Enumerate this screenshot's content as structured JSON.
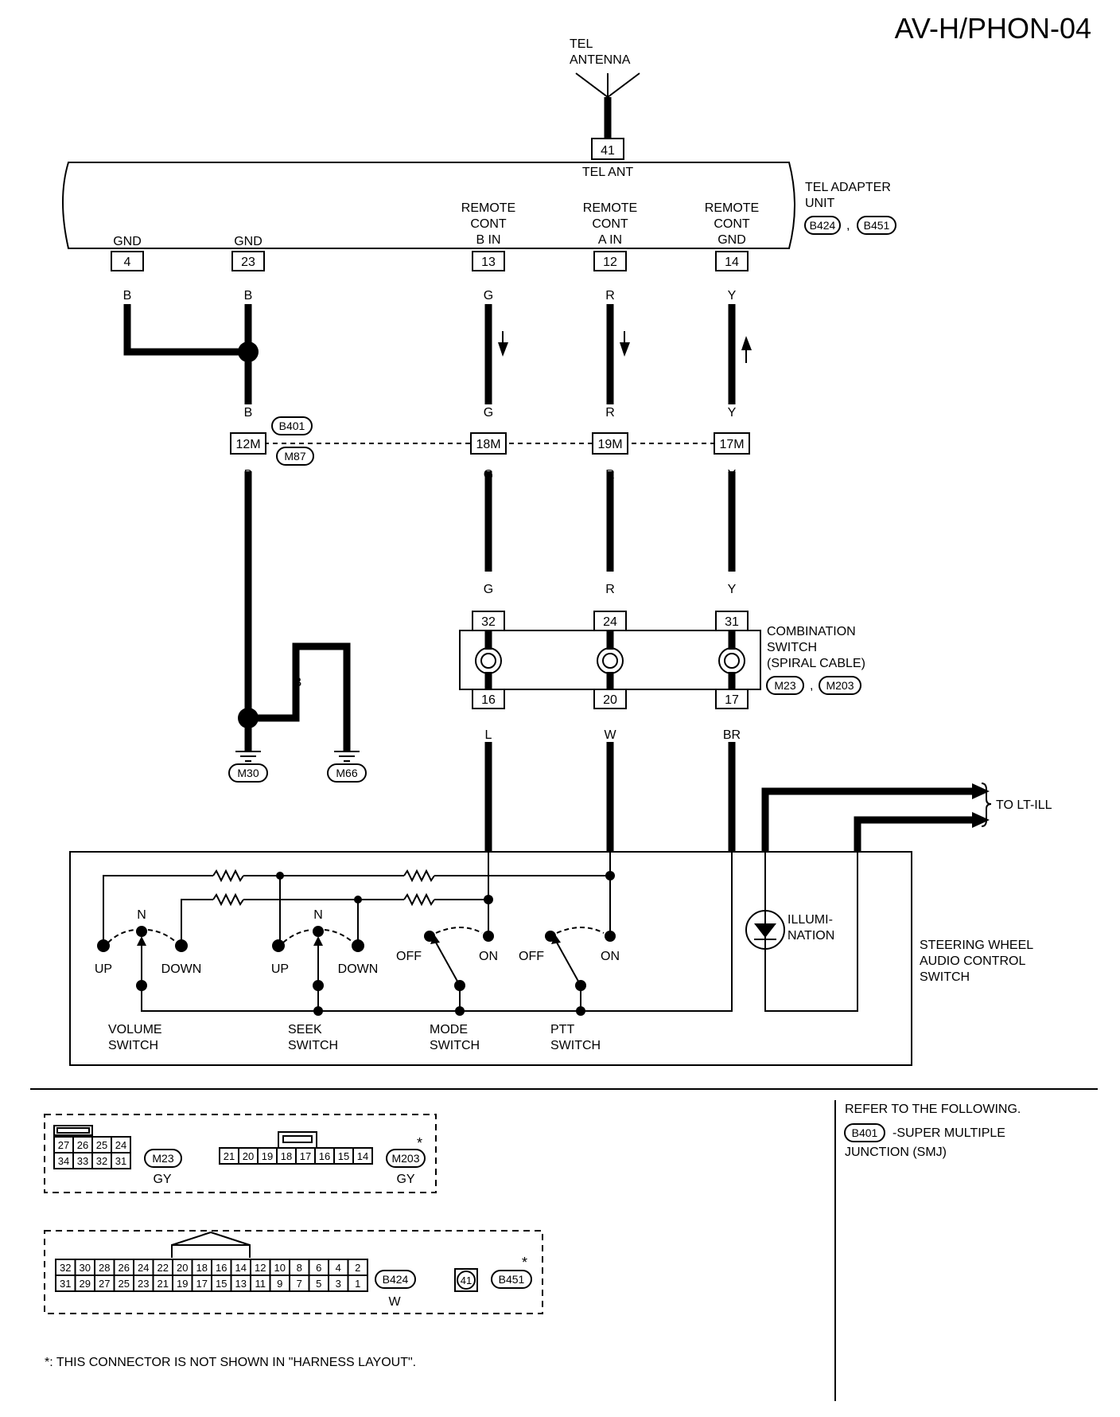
{
  "page_id": "AV-H/PHON-04",
  "antenna": {
    "line1": "TEL",
    "line2": "ANTENNA",
    "pin": "41",
    "pin_label": "TEL ANT"
  },
  "tel_adapter": {
    "line1": "TEL ADAPTER",
    "line2": "UNIT",
    "conn1": "B424",
    "conn2": "B451",
    "sep": ",",
    "pins": [
      {
        "label1": "GND",
        "label2": "",
        "label3": "",
        "pin": "4",
        "color": "B"
      },
      {
        "label1": "GND",
        "label2": "",
        "label3": "",
        "pin": "23",
        "color": "B"
      },
      {
        "label1": "REMOTE",
        "label2": "CONT",
        "label3": "B IN",
        "pin": "13",
        "color": "G"
      },
      {
        "label1": "REMOTE",
        "label2": "CONT",
        "label3": "A IN",
        "pin": "12",
        "color": "R"
      },
      {
        "label1": "REMOTE",
        "label2": "CONT",
        "label3": "GND",
        "pin": "14",
        "color": "Y"
      }
    ]
  },
  "smj": {
    "conn1": "B401",
    "conn2": "M87",
    "pins": [
      "12M",
      "18M",
      "19M",
      "17M"
    ],
    "colors_top": [
      "B",
      "G",
      "R",
      "Y"
    ],
    "colors_bottom": [
      "B",
      "G",
      "R",
      "Y"
    ]
  },
  "combination_switch": {
    "line1": "COMBINATION",
    "line2": "SWITCH",
    "line3": "(SPIRAL CABLE)",
    "conn1": "M23",
    "conn2": "M203",
    "sep": ",",
    "top_colors": [
      "G",
      "R",
      "Y"
    ],
    "top_pins": [
      "32",
      "24",
      "31"
    ],
    "bottom_pins": [
      "16",
      "20",
      "17"
    ],
    "bottom_colors": [
      "L",
      "W",
      "BR"
    ]
  },
  "grounds": {
    "colors": [
      "B",
      "B",
      "B"
    ],
    "g1": "M30",
    "g2": "M66"
  },
  "lt_ill": "TO LT-ILL",
  "steering_switch": {
    "line1": "STEERING WHEEL",
    "line2": "AUDIO CONTROL",
    "line3": "SWITCH",
    "illum1": "ILLUMI-",
    "illum2": "NATION",
    "labels": {
      "n1": "N",
      "up1": "UP",
      "down1": "DOWN",
      "n2": "N",
      "up2": "UP",
      "down2": "DOWN",
      "off1": "OFF",
      "on1": "ON",
      "off2": "OFF",
      "on2": "ON"
    },
    "switches": [
      {
        "line1": "VOLUME",
        "line2": "SWITCH"
      },
      {
        "line1": "SEEK",
        "line2": "SWITCH"
      },
      {
        "line1": "MODE",
        "line2": "SWITCH"
      },
      {
        "line1": "PTT",
        "line2": "SWITCH"
      }
    ]
  },
  "connector_views": {
    "m23": {
      "top": [
        "27",
        "26",
        "25",
        "24"
      ],
      "bottom": [
        "34",
        "33",
        "32",
        "31"
      ],
      "conn": "M23",
      "color": "GY"
    },
    "m203": {
      "pins": [
        "21",
        "20",
        "19",
        "18",
        "17",
        "16",
        "15",
        "14"
      ],
      "conn": "M203",
      "color": "GY",
      "star": "*"
    },
    "b424": {
      "top": [
        "32",
        "30",
        "28",
        "26",
        "24",
        "22",
        "20",
        "18",
        "16",
        "14",
        "12",
        "10",
        "8",
        "6",
        "4",
        "2"
      ],
      "bottom": [
        "31",
        "29",
        "27",
        "25",
        "23",
        "21",
        "19",
        "17",
        "15",
        "13",
        "11",
        "9",
        "7",
        "5",
        "3",
        "1"
      ],
      "conn": "B424",
      "color": "W"
    },
    "b451": {
      "pin": "41",
      "conn": "B451",
      "star": "*"
    }
  },
  "refer": {
    "line1": "REFER TO THE FOLLOWING.",
    "conn": "B401",
    "line2": "-SUPER MULTIPLE",
    "line3": "JUNCTION (SMJ)"
  },
  "footnote": "*: THIS CONNECTOR IS NOT SHOWN IN \"HARNESS LAYOUT\"."
}
